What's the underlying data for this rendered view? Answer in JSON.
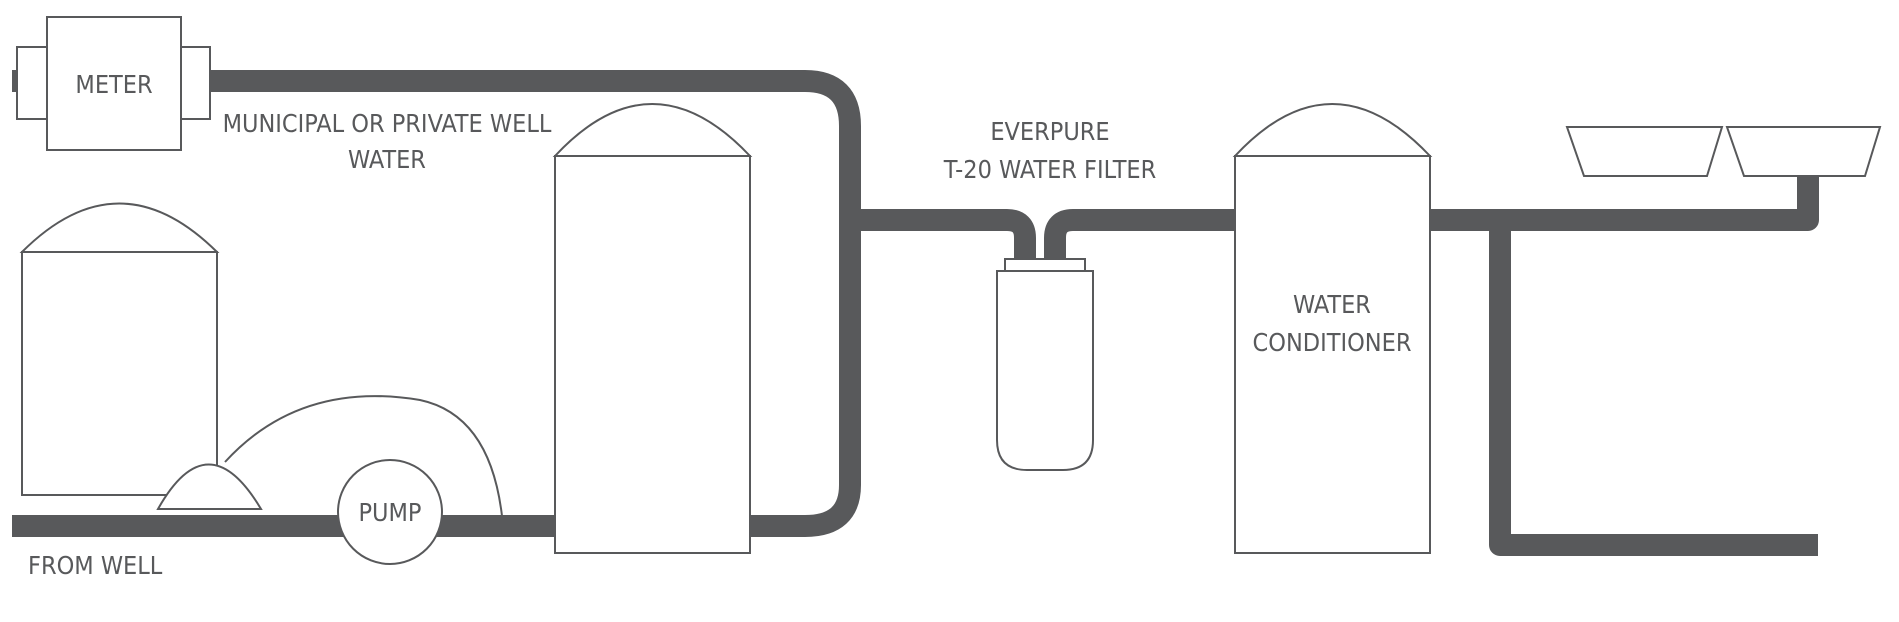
{
  "diagram": {
    "colors": {
      "pipe": "#58595b",
      "outline": "#58595b",
      "text": "#58595b",
      "background": "#ffffff"
    },
    "labels": {
      "meter": "METER",
      "municipal_line1": "MUNICIPAL OR PRIVATE WELL",
      "municipal_line2": "WATER",
      "everpure_line1": "EVERPURE",
      "everpure_line2": "T-20 WATER FILTER",
      "conditioner_line1": "WATER",
      "conditioner_line2": "CONDITIONER",
      "pump": "PUMP",
      "from_well": "FROM WELL"
    }
  }
}
